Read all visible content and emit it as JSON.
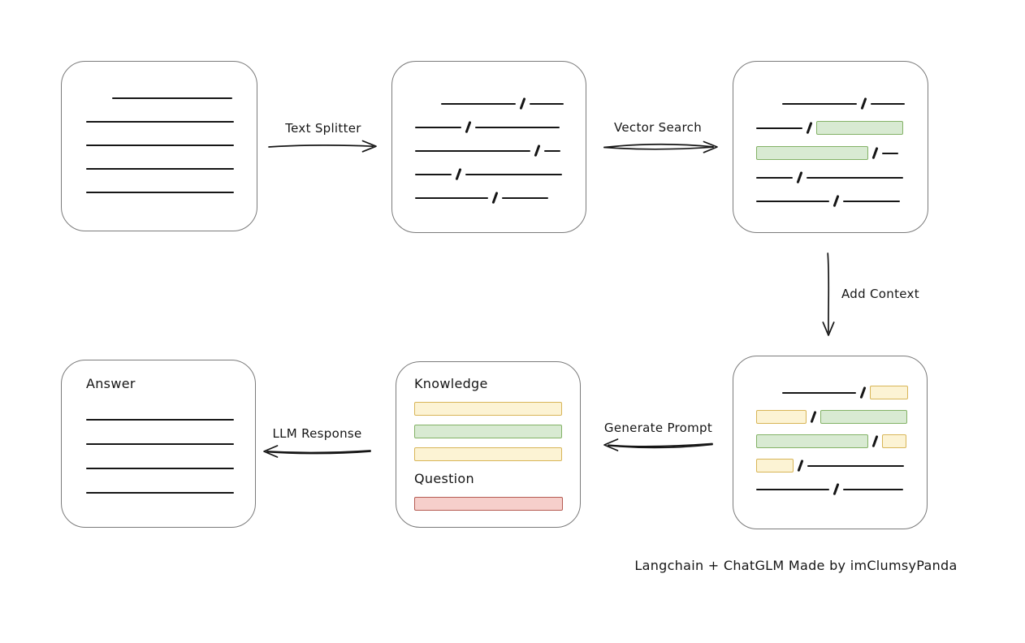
{
  "diagram": {
    "credit": "Langchain + ChatGLM Made by imClumsyPanda",
    "arrows": {
      "text_splitter": {
        "label": "Text Splitter",
        "direction": "right"
      },
      "vector_search": {
        "label": "Vector Search",
        "direction": "right"
      },
      "add_context": {
        "label": "Add Context",
        "direction": "down"
      },
      "generate_prompt": {
        "label": "Generate Prompt",
        "direction": "left"
      },
      "llm_response": {
        "label": "LLM Response",
        "direction": "left"
      }
    },
    "colors": {
      "ink": "#161616",
      "box_border": "#7b7b7b",
      "chunk_green_fill": "#d8ead2",
      "chunk_green_border": "#83b266",
      "chunk_yellow_fill": "#fcf3d4",
      "chunk_yellow_border": "#d8b557",
      "question_red_fill": "#f6cfcb",
      "question_red_border": "#b55b52"
    }
  },
  "boxes": [
    {
      "id": "source-document",
      "rows": [
        {
          "indent": 32,
          "segs": [
            {
              "t": "line",
              "w": 148
            }
          ]
        },
        {
          "segs": [
            {
              "t": "line",
              "w": 182
            }
          ]
        },
        {
          "segs": [
            {
              "t": "line",
              "w": 182
            }
          ]
        },
        {
          "segs": [
            {
              "t": "line",
              "w": 182
            }
          ]
        },
        {
          "segs": [
            {
              "t": "line",
              "w": 182
            }
          ]
        }
      ]
    },
    {
      "id": "split-chunks",
      "rows": [
        {
          "indent": 32,
          "segs": [
            {
              "t": "line",
              "w": 92
            },
            {
              "t": "slash"
            },
            {
              "t": "line",
              "w": 42
            }
          ]
        },
        {
          "segs": [
            {
              "t": "line",
              "w": 57
            },
            {
              "t": "slash"
            },
            {
              "t": "line",
              "w": 104
            }
          ]
        },
        {
          "segs": [
            {
              "t": "line",
              "w": 142
            },
            {
              "t": "slash"
            },
            {
              "t": "line",
              "w": 20
            }
          ]
        },
        {
          "segs": [
            {
              "t": "line",
              "w": 45
            },
            {
              "t": "slash"
            },
            {
              "t": "line",
              "w": 119
            }
          ]
        },
        {
          "segs": [
            {
              "t": "line",
              "w": 90
            },
            {
              "t": "slash"
            },
            {
              "t": "line",
              "w": 57
            }
          ]
        }
      ]
    },
    {
      "id": "vector-matches",
      "rows": [
        {
          "indent": 32,
          "segs": [
            {
              "t": "line",
              "w": 92
            },
            {
              "t": "slash"
            },
            {
              "t": "line",
              "w": 42
            }
          ]
        },
        {
          "segs": [
            {
              "t": "line",
              "w": 57
            },
            {
              "t": "slash"
            },
            {
              "t": "green",
              "w": 107
            }
          ]
        },
        {
          "segs": [
            {
              "t": "green",
              "w": 138
            },
            {
              "t": "slash"
            },
            {
              "t": "line",
              "w": 20
            }
          ]
        },
        {
          "segs": [
            {
              "t": "line",
              "w": 45
            },
            {
              "t": "slash"
            },
            {
              "t": "line",
              "w": 119
            }
          ]
        },
        {
          "segs": [
            {
              "t": "line",
              "w": 90
            },
            {
              "t": "slash"
            },
            {
              "t": "line",
              "w": 70
            }
          ]
        }
      ]
    },
    {
      "id": "context-chunks",
      "rows": [
        {
          "indent": 32,
          "segs": [
            {
              "t": "line",
              "w": 91
            },
            {
              "t": "slash"
            },
            {
              "t": "yellow",
              "w": 47
            }
          ]
        },
        {
          "segs": [
            {
              "t": "yellow",
              "w": 62
            },
            {
              "t": "slash"
            },
            {
              "t": "green",
              "w": 107
            }
          ]
        },
        {
          "segs": [
            {
              "t": "green",
              "w": 138
            },
            {
              "t": "slash"
            },
            {
              "t": "yellow",
              "w": 30
            }
          ]
        },
        {
          "segs": [
            {
              "t": "yellow",
              "w": 46
            },
            {
              "t": "slash"
            },
            {
              "t": "line",
              "w": 119
            }
          ]
        },
        {
          "segs": [
            {
              "t": "line",
              "w": 90
            },
            {
              "t": "slash"
            },
            {
              "t": "line",
              "w": 74
            }
          ]
        }
      ]
    },
    {
      "id": "prompt",
      "rows": [
        {
          "segs": [
            {
              "t": "text",
              "v": "Knowledge"
            }
          ]
        },
        {
          "segs": [
            {
              "t": "yellow",
              "w": 182
            }
          ]
        },
        {
          "segs": [
            {
              "t": "green",
              "w": 182
            }
          ]
        },
        {
          "segs": [
            {
              "t": "yellow",
              "w": 182
            }
          ]
        },
        {
          "segs": [
            {
              "t": "text",
              "v": "Question"
            }
          ]
        },
        {
          "segs": [
            {
              "t": "red",
              "w": 183
            }
          ]
        }
      ]
    },
    {
      "id": "answer",
      "rows": [
        {
          "segs": [
            {
              "t": "text",
              "v": "Answer"
            }
          ]
        },
        {
          "segs": [
            {
              "t": "line",
              "w": 182
            }
          ]
        },
        {
          "segs": [
            {
              "t": "line",
              "w": 182
            }
          ]
        },
        {
          "segs": [
            {
              "t": "line",
              "w": 182
            }
          ]
        },
        {
          "segs": [
            {
              "t": "line",
              "w": 182
            }
          ]
        }
      ]
    }
  ]
}
